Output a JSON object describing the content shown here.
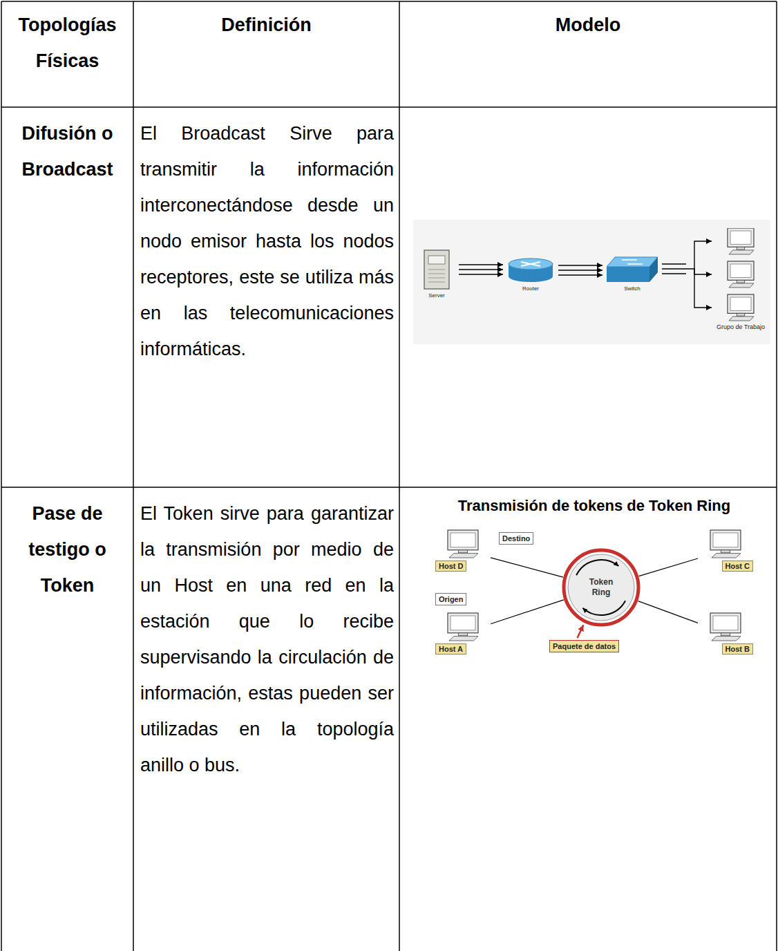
{
  "diagram": {
    "nodes": [
      {
        "text": [
          "Server"
        ]
      },
      {
        "text": [
          "Router"
        ]
      },
      {
        "text": [
          "Switch"
        ]
      },
      {
        "text": [
          "Grupo de Trabajo"
        ]
      },
      {
        "text": [
          "Host D"
        ]
      },
      {
        "text": [
          "Host C"
        ]
      },
      {
        "text": [
          "Token Ring"
        ]
      },
      {
        "text": [
          "Host A"
        ]
      },
      {
        "text": [
          "Host B"
        ]
      }
    ],
    "edges": [
      {
        "from": 0,
        "to": 1,
        "arrow": "to"
      },
      {
        "from": 1,
        "to": 2,
        "arrow": "to"
      },
      {
        "from": 2,
        "to": 3,
        "arrow": "to"
      },
      {
        "from": 4,
        "to": 6,
        "arrow": "none"
      },
      {
        "from": 5,
        "to": 6,
        "arrow": "none"
      },
      {
        "from": 7,
        "to": 6,
        "arrow": "none"
      },
      {
        "from": 8,
        "to": 6,
        "arrow": "none"
      }
    ],
    "labels": [
      "Topologías Físicas",
      "Definición",
      "Modelo",
      "Difusión o Broadcast",
      "El Broadcast Sirve para transmitir la información interconectándose desde un nodo emisor hasta los nodos receptores, este se utiliza más en las telecomunicaciones informáticas.",
      "Pase de testigo o Token",
      "El Token sirve para garantizar la transmisión por medio de un Host en una red en la estación que lo recibe supervisando la circulación de información, estas pueden ser utilizadas en la topología anillo o bus.",
      "Transmisión de tokens de Token Ring",
      "Destino",
      "Origen",
      "Paquete de datos"
    ]
  }
}
